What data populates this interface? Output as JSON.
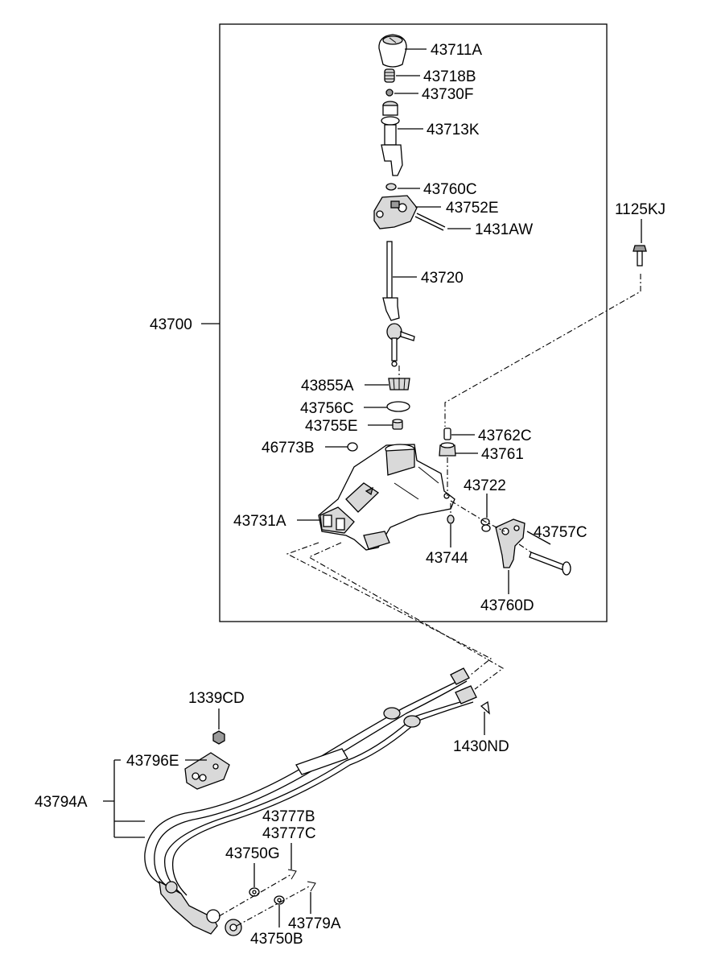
{
  "assembly": {
    "label": "43700"
  },
  "parts": [
    {
      "id": "43711A"
    },
    {
      "id": "43718B"
    },
    {
      "id": "43730F"
    },
    {
      "id": "43713K"
    },
    {
      "id": "43760C"
    },
    {
      "id": "43752E"
    },
    {
      "id": "1431AW"
    },
    {
      "id": "1125KJ"
    },
    {
      "id": "43720"
    },
    {
      "id": "43855A"
    },
    {
      "id": "43756C"
    },
    {
      "id": "43755E"
    },
    {
      "id": "43762C"
    },
    {
      "id": "46773B"
    },
    {
      "id": "43761"
    },
    {
      "id": "43722"
    },
    {
      "id": "43731A"
    },
    {
      "id": "43757C"
    },
    {
      "id": "43744"
    },
    {
      "id": "43760D"
    },
    {
      "id": "1339CD"
    },
    {
      "id": "1430ND"
    },
    {
      "id": "43796E"
    },
    {
      "id": "43794A"
    },
    {
      "id": "43777B"
    },
    {
      "id": "43777C"
    },
    {
      "id": "43750G"
    },
    {
      "id": "43779A"
    },
    {
      "id": "43750B"
    }
  ]
}
